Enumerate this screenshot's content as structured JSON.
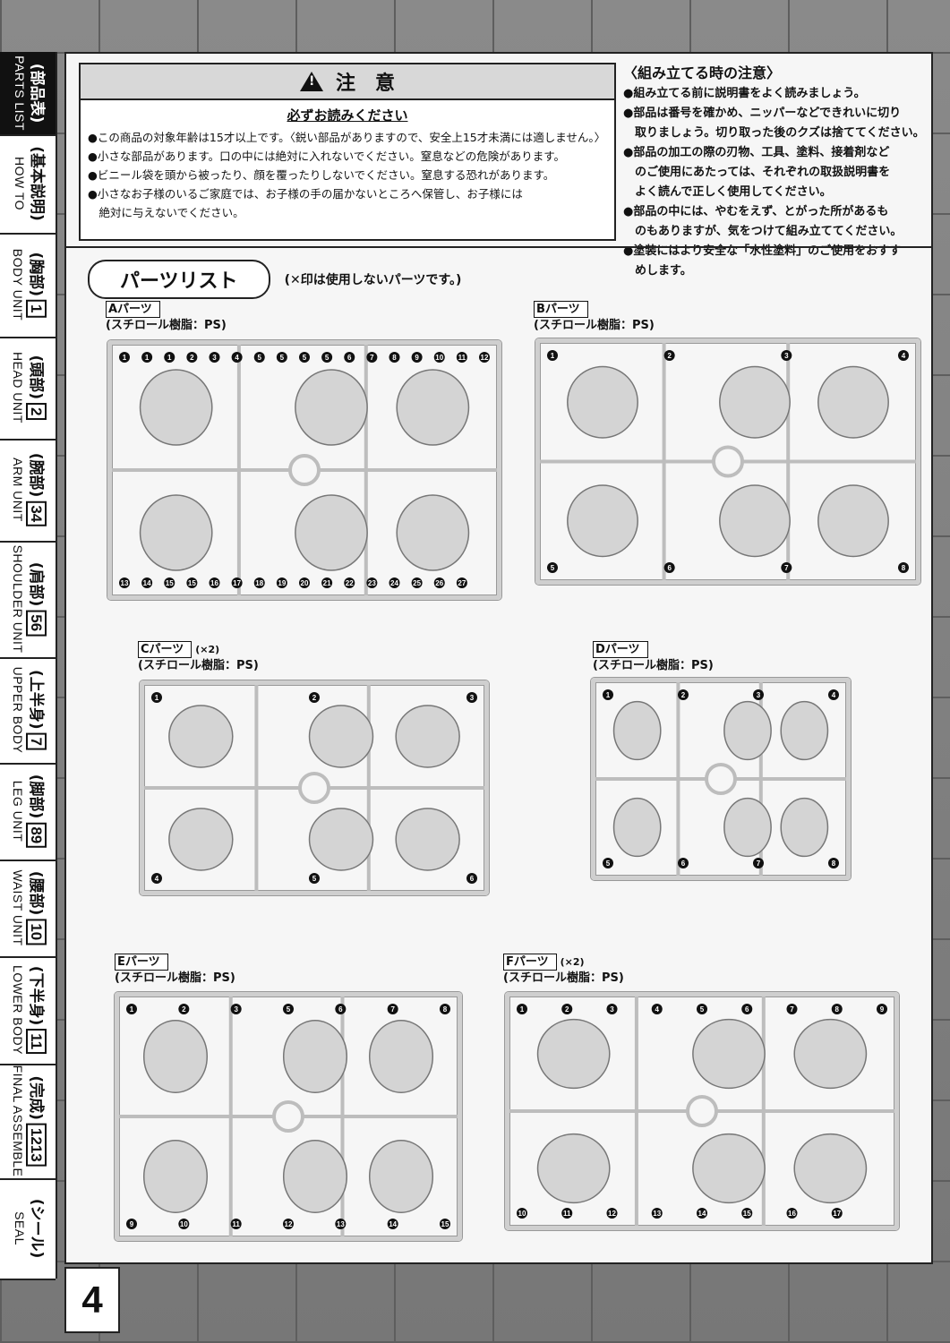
{
  "page_number": "4",
  "side_tabs": [
    {
      "jp": "(部品表)",
      "en": "PARTS LIST",
      "num": ""
    },
    {
      "jp": "(基本説明)",
      "en": "HOW TO",
      "num": ""
    },
    {
      "jp": "(胸部)",
      "en": "BODY UNIT",
      "num": "1"
    },
    {
      "jp": "(頭部)",
      "en": "HEAD UNIT",
      "num": "2"
    },
    {
      "jp": "(腕部)",
      "en": "ARM UNIT",
      "num": "34"
    },
    {
      "jp": "(肩部)",
      "en": "SHOULDER UNIT",
      "num": "56"
    },
    {
      "jp": "(上半身)",
      "en": "UPPER BODY",
      "num": "7"
    },
    {
      "jp": "(脚部)",
      "en": "LEG UNIT",
      "num": "89"
    },
    {
      "jp": "(腰部)",
      "en": "WAIST UNIT",
      "num": "10"
    },
    {
      "jp": "(下半身)",
      "en": "LOWER BODY",
      "num": "11"
    },
    {
      "jp": "(完成)",
      "en": "FINAL ASSEMBLE",
      "num": "1213"
    },
    {
      "jp": "(シール)",
      "en": "SEAL",
      "num": ""
    }
  ],
  "caution": {
    "title": "注　意",
    "subtitle": "必ずお読みください",
    "items": [
      "●この商品の対象年齢は15才以上です。〈鋭い部品がありますので、安全上15才未満には適しません。〉",
      "●小さな部品があります。口の中には絶対に入れないでください。窒息などの危険があります。",
      "●ビニール袋を頭から被ったり、顔を覆ったりしないでください。窒息する恐れがあります。",
      "●小さなお子様のいるご家庭では、お子様の手の届かないところへ保管し、お子様には",
      "　絶対に与えないでください。"
    ]
  },
  "assembly_notice": {
    "title": "〈組み立てる時の注意〉",
    "lines": [
      "●組み立てる前に説明書をよく読みましょう。",
      "●部品は番号を確かめ、ニッパーなどできれいに切り",
      "　取りましょう。切り取った後のクズは捨ててください。",
      "●部品の加工の際の刃物、工具、塗料、接着剤など",
      "　のご使用にあたっては、それぞれの取扱説明書を",
      "　よく読んで正しく使用してください。",
      "●部品の中には、やむをえず、とがった所があるも",
      "　のもありますが、気をつけて組み立ててください。",
      "●塗装にはより安全な「水性塗料」のご使用をおすす",
      "　めします。"
    ]
  },
  "parts_list": {
    "title": "パーツリスト",
    "note": "(✕印は使用しないパーツです。)",
    "material": "(スチロール樹脂：PS)",
    "runners": [
      {
        "id": "A",
        "tag": "Aパーツ",
        "mult": "",
        "numbers": [
          "1",
          "1",
          "1",
          "2",
          "3",
          "4",
          "5",
          "5",
          "5",
          "5",
          "6",
          "7",
          "8",
          "9",
          "10",
          "11",
          "12",
          "13",
          "14",
          "15",
          "15",
          "16",
          "17",
          "18",
          "19",
          "20",
          "21",
          "22",
          "23",
          "24",
          "25",
          "26",
          "27"
        ]
      },
      {
        "id": "B",
        "tag": "Bパーツ",
        "mult": "",
        "numbers": [
          "1",
          "2",
          "3",
          "4",
          "5",
          "6",
          "7",
          "8"
        ]
      },
      {
        "id": "C",
        "tag": "Cパーツ",
        "mult": "(×2)",
        "numbers": [
          "1",
          "2",
          "3",
          "4",
          "5",
          "6"
        ]
      },
      {
        "id": "D",
        "tag": "Dパーツ",
        "mult": "",
        "numbers": [
          "1",
          "2",
          "3",
          "4",
          "5",
          "6",
          "7",
          "8"
        ]
      },
      {
        "id": "E",
        "tag": "Eパーツ",
        "mult": "",
        "numbers": [
          "1",
          "2",
          "3",
          "5",
          "6",
          "7",
          "8",
          "9",
          "10",
          "11",
          "12",
          "13",
          "14",
          "15"
        ]
      },
      {
        "id": "F",
        "tag": "Fパーツ",
        "mult": "(×2)",
        "numbers": [
          "1",
          "2",
          "3",
          "4",
          "5",
          "6",
          "7",
          "8",
          "9",
          "10",
          "11",
          "12",
          "13",
          "14",
          "15",
          "16",
          "17"
        ]
      }
    ]
  }
}
